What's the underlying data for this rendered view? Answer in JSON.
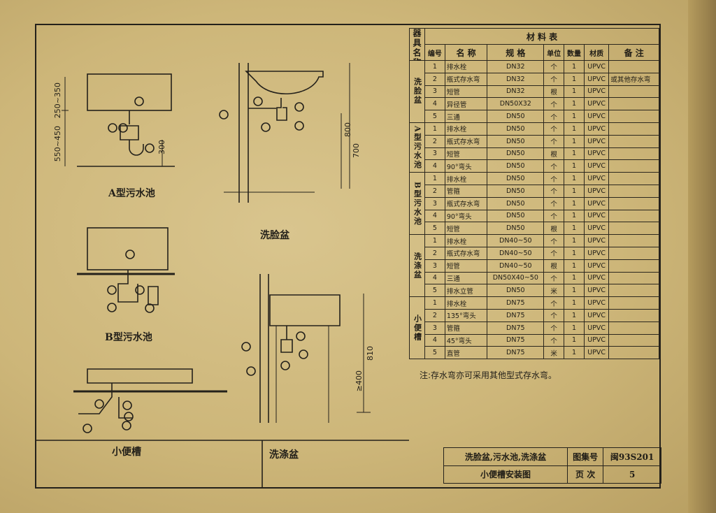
{
  "views": {
    "a_pool": "A型污水池",
    "basin": "洗脸盆",
    "b_pool": "B型污水池",
    "urinal": "小便槽",
    "wash": "洗涤盆"
  },
  "dims": {
    "a_250": "250~350",
    "a_550": "550~450",
    "a_300": "300",
    "basin_800": "800",
    "basin_700": "700",
    "wash_810": "810",
    "wash_400": "≥400"
  },
  "table": {
    "title": "材    料    表",
    "head_group": "器具名称",
    "head_no": "编号",
    "head_name": "名    称",
    "head_spec": "规    格",
    "head_unit": "单位",
    "head_qty": "数量",
    "head_mat": "材质",
    "head_note": "备    注",
    "groups": [
      {
        "label": "洗脸盆",
        "rows": [
          {
            "no": "1",
            "name": "排水栓",
            "spec": "DN32",
            "unit": "个",
            "qty": "1",
            "mat": "UPVC",
            "note": ""
          },
          {
            "no": "2",
            "name": "瓶式存水弯",
            "spec": "DN32",
            "unit": "个",
            "qty": "1",
            "mat": "UPVC",
            "note": "或其他存水弯"
          },
          {
            "no": "3",
            "name": "短管",
            "spec": "DN32",
            "unit": "根",
            "qty": "1",
            "mat": "UPVC",
            "note": ""
          },
          {
            "no": "4",
            "name": "异径管",
            "spec": "DN50X32",
            "unit": "个",
            "qty": "1",
            "mat": "UPVC",
            "note": ""
          },
          {
            "no": "5",
            "name": "三通",
            "spec": "DN50",
            "unit": "个",
            "qty": "1",
            "mat": "UPVC",
            "note": ""
          }
        ]
      },
      {
        "label": "A型污水池",
        "rows": [
          {
            "no": "1",
            "name": "排水栓",
            "spec": "DN50",
            "unit": "个",
            "qty": "1",
            "mat": "UPVC",
            "note": ""
          },
          {
            "no": "2",
            "name": "瓶式存水弯",
            "spec": "DN50",
            "unit": "个",
            "qty": "1",
            "mat": "UPVC",
            "note": ""
          },
          {
            "no": "3",
            "name": "短管",
            "spec": "DN50",
            "unit": "根",
            "qty": "1",
            "mat": "UPVC",
            "note": ""
          },
          {
            "no": "4",
            "name": "90°弯头",
            "spec": "DN50",
            "unit": "个",
            "qty": "1",
            "mat": "UPVC",
            "note": ""
          }
        ]
      },
      {
        "label": "B型污水池",
        "rows": [
          {
            "no": "1",
            "name": "排水栓",
            "spec": "DN50",
            "unit": "个",
            "qty": "1",
            "mat": "UPVC",
            "note": ""
          },
          {
            "no": "2",
            "name": "管箍",
            "spec": "DN50",
            "unit": "个",
            "qty": "1",
            "mat": "UPVC",
            "note": ""
          },
          {
            "no": "3",
            "name": "瓶式存水弯",
            "spec": "DN50",
            "unit": "个",
            "qty": "1",
            "mat": "UPVC",
            "note": ""
          },
          {
            "no": "4",
            "name": "90°弯头",
            "spec": "DN50",
            "unit": "个",
            "qty": "1",
            "mat": "UPVC",
            "note": ""
          },
          {
            "no": "5",
            "name": "短管",
            "spec": "DN50",
            "unit": "根",
            "qty": "1",
            "mat": "UPVC",
            "note": ""
          }
        ]
      },
      {
        "label": "洗涤盆",
        "rows": [
          {
            "no": "1",
            "name": "排水栓",
            "spec": "DN40~50",
            "unit": "个",
            "qty": "1",
            "mat": "UPVC",
            "note": ""
          },
          {
            "no": "2",
            "name": "瓶式存水弯",
            "spec": "DN40~50",
            "unit": "个",
            "qty": "1",
            "mat": "UPVC",
            "note": ""
          },
          {
            "no": "3",
            "name": "短管",
            "spec": "DN40~50",
            "unit": "根",
            "qty": "1",
            "mat": "UPVC",
            "note": ""
          },
          {
            "no": "4",
            "name": "三通",
            "spec": "DN50X40~50",
            "unit": "个",
            "qty": "1",
            "mat": "UPVC",
            "note": ""
          },
          {
            "no": "5",
            "name": "排水立管",
            "spec": "DN50",
            "unit": "米",
            "qty": "1",
            "mat": "UPVC",
            "note": ""
          }
        ]
      },
      {
        "label": "小便槽",
        "rows": [
          {
            "no": "1",
            "name": "排水栓",
            "spec": "DN75",
            "unit": "个",
            "qty": "1",
            "mat": "UPVC",
            "note": ""
          },
          {
            "no": "2",
            "name": "135°弯头",
            "spec": "DN75",
            "unit": "个",
            "qty": "1",
            "mat": "UPVC",
            "note": ""
          },
          {
            "no": "3",
            "name": "管箍",
            "spec": "DN75",
            "unit": "个",
            "qty": "1",
            "mat": "UPVC",
            "note": ""
          },
          {
            "no": "4",
            "name": "45°弯头",
            "spec": "DN75",
            "unit": "个",
            "qty": "1",
            "mat": "UPVC",
            "note": ""
          },
          {
            "no": "5",
            "name": "直管",
            "spec": "DN75",
            "unit": "米",
            "qty": "1",
            "mat": "UPVC",
            "note": ""
          }
        ]
      }
    ]
  },
  "note": "注:存水弯亦可采用其他型式存水弯。",
  "title_block": {
    "title_line1": "洗脸盆,污水池,洗涤盆",
    "title_line2": "小便槽安装图",
    "atlas_label": "图集号",
    "atlas_no": "闽93S201",
    "page_label": "页  次",
    "page_no": "5"
  }
}
